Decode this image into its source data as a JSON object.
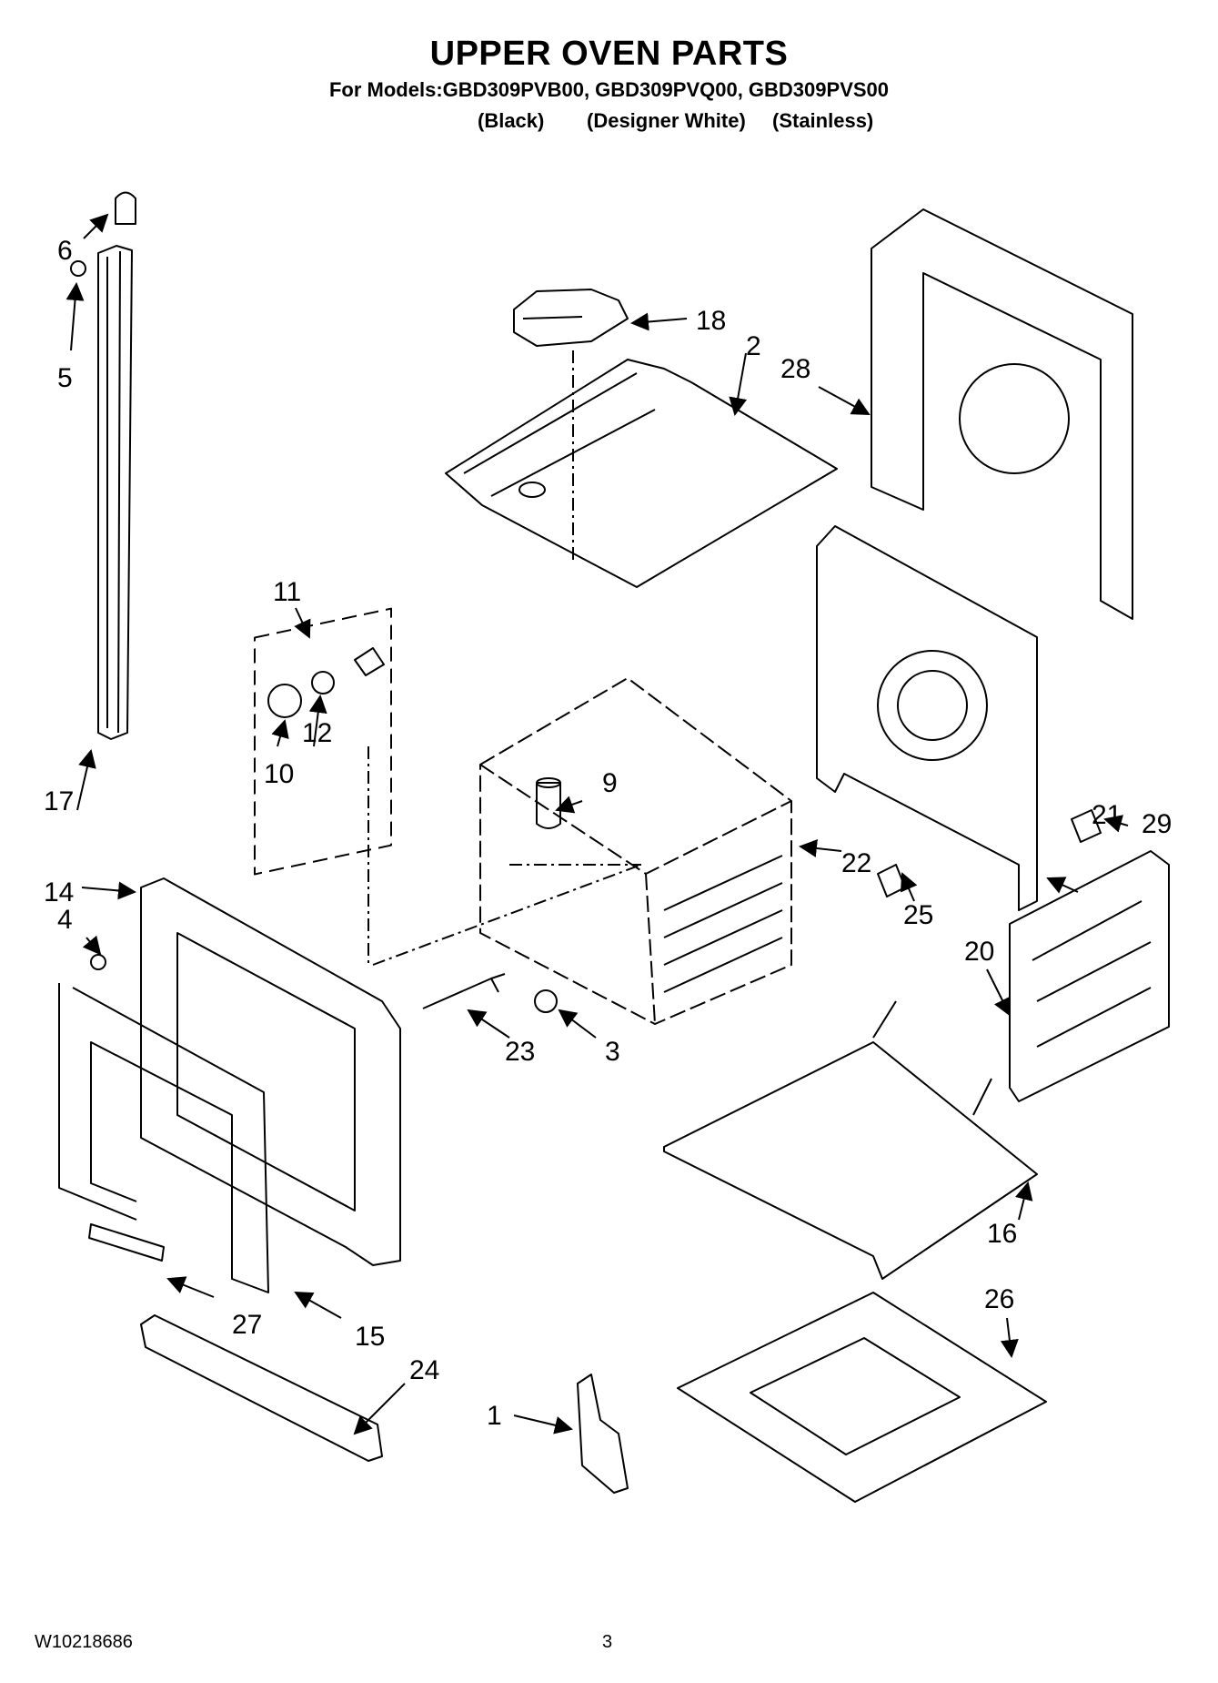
{
  "header": {
    "title": "UPPER OVEN PARTS",
    "models_line": "For Models:GBD309PVB00, GBD309PVQ00, GBD309PVS00",
    "variants": [
      "(Black)",
      "(Designer White)",
      "(Stainless)"
    ]
  },
  "callouts": [
    "1",
    "2",
    "3",
    "4",
    "5",
    "6",
    "9",
    "10",
    "11",
    "12",
    "14",
    "15",
    "16",
    "17",
    "18",
    "20",
    "21",
    "22",
    "23",
    "24",
    "25",
    "26",
    "27",
    "28",
    "29"
  ],
  "footer": {
    "doc_number": "W10218686",
    "page_number": "3"
  }
}
